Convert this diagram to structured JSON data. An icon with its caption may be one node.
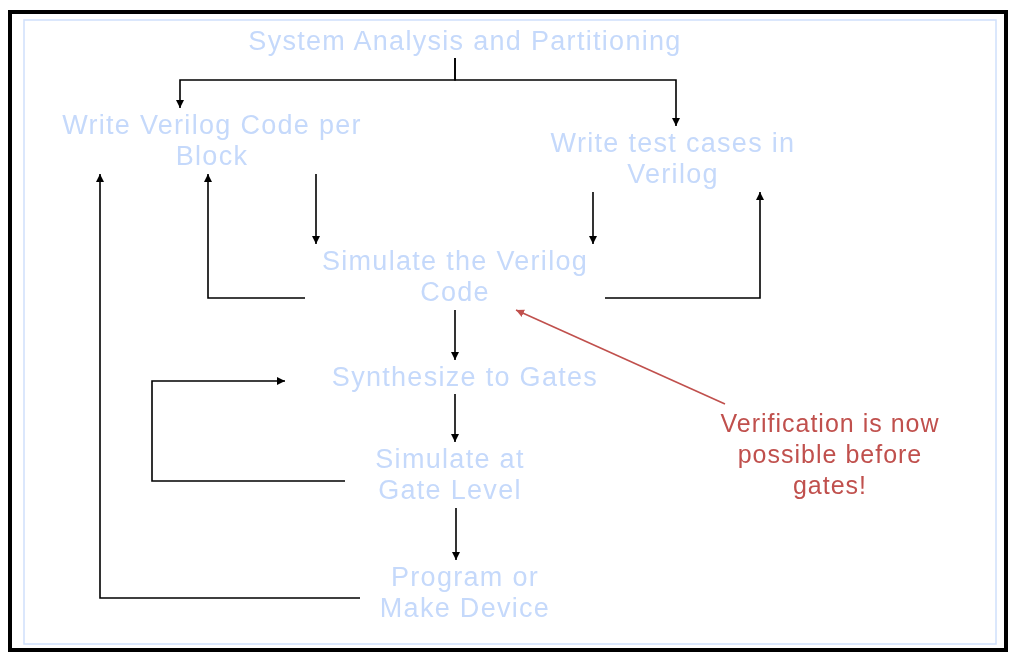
{
  "diagram": {
    "nodes": [
      {
        "text": [
          "System Analysis and Partitioning"
        ]
      },
      {
        "text": [
          "Write Verilog Code per Block"
        ]
      },
      {
        "text": [
          "Write test cases in Verilog"
        ]
      },
      {
        "text": [
          "Simulate the Verilog Code"
        ]
      },
      {
        "text": [
          "Synthesize to Gates"
        ]
      },
      {
        "text": [
          "Simulate at Gate Level"
        ]
      },
      {
        "text": [
          "Program or Make Device"
        ]
      },
      {
        "text": [
          "Verification is now possible before gates!"
        ]
      }
    ],
    "edges": [
      {
        "from": 0,
        "to": 1,
        "arrow": "to"
      },
      {
        "from": 0,
        "to": 2,
        "arrow": "to"
      },
      {
        "from": 1,
        "to": 3,
        "arrow": "to"
      },
      {
        "from": 2,
        "to": 3,
        "arrow": "to"
      },
      {
        "from": 3,
        "to": 1,
        "arrow": "to"
      },
      {
        "from": 3,
        "to": 2,
        "arrow": "to"
      },
      {
        "from": 3,
        "to": 4,
        "arrow": "to"
      },
      {
        "from": 4,
        "to": 5,
        "arrow": "to"
      },
      {
        "from": 5,
        "to": 4,
        "arrow": "to"
      },
      {
        "from": 5,
        "to": 6,
        "arrow": "to"
      },
      {
        "from": 6,
        "to": 1,
        "arrow": "to"
      },
      {
        "from": 7,
        "to": 3,
        "arrow": "to",
        "color": "#c0504d"
      }
    ]
  }
}
